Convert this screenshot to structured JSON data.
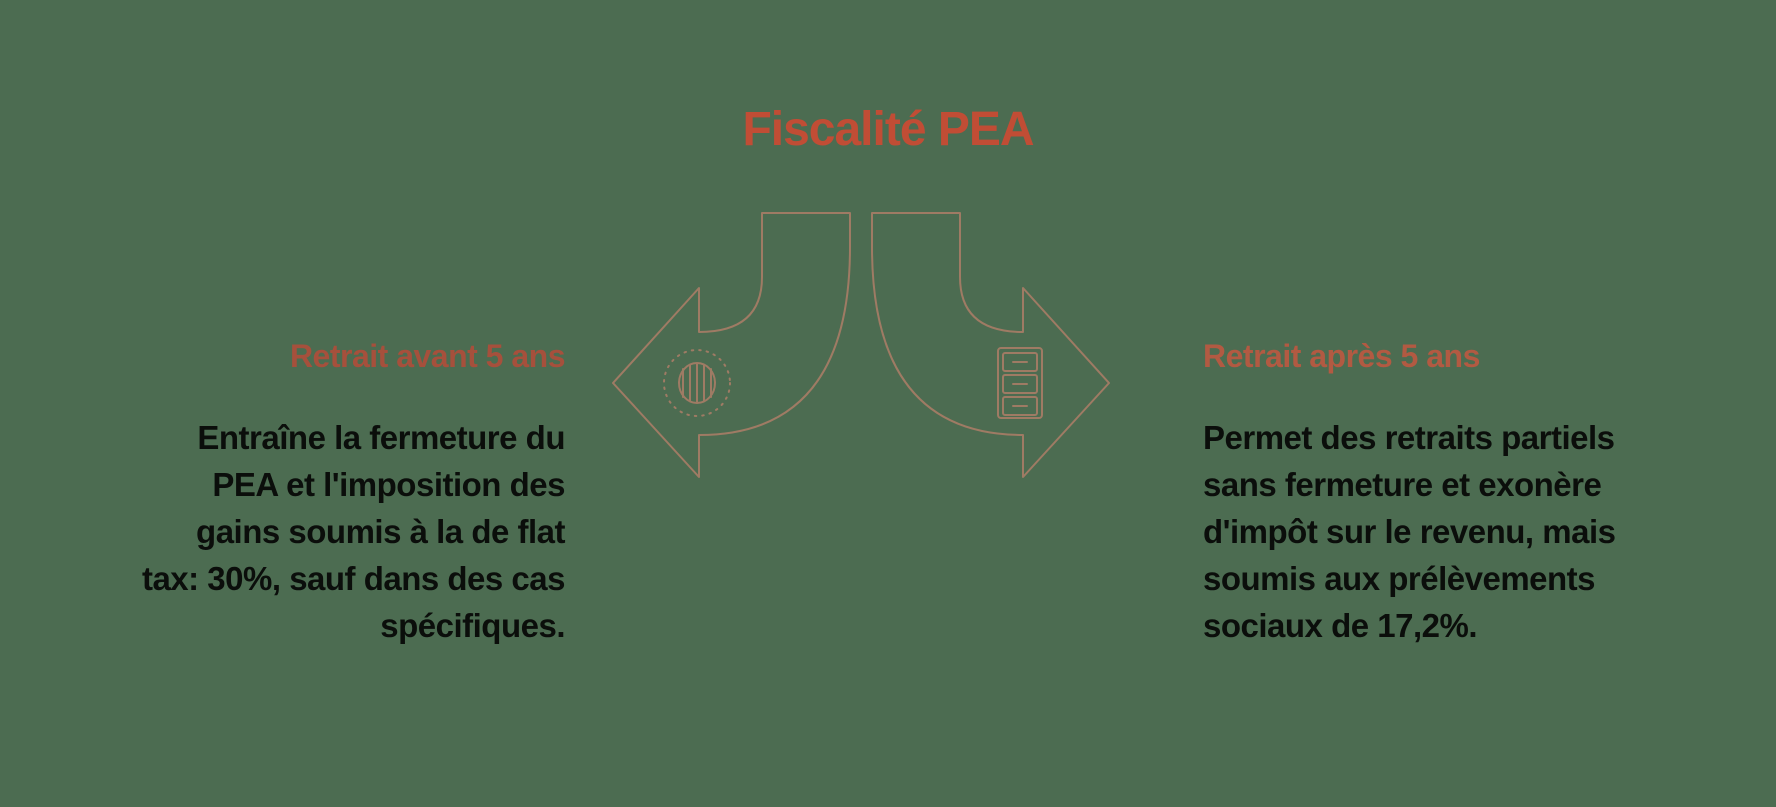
{
  "colors": {
    "background": "#4c6c51",
    "title": "#c14d35",
    "heading_left": "#a6503c",
    "heading_right": "#b25a42",
    "body": "#0b0e0b",
    "arrow": "#9f7b64"
  },
  "title": "Fiscalité PEA",
  "left": {
    "heading": "Retrait avant 5 ans",
    "body_lines": [
      "Entraîne la fermeture du",
      "PEA et l'imposition des",
      "gains soumis à la de flat",
      "tax: 30%, sauf dans des cas",
      "spécifiques."
    ],
    "icon": "coin-icon"
  },
  "right": {
    "heading": "Retrait après 5 ans",
    "body_lines": [
      "Permet des retraits partiels",
      "sans fermeture et exonère",
      "d'impôt sur le revenu, mais",
      "soumis aux prélèvements",
      "sociaux de 17,2%."
    ],
    "icon": "document-drawer-icon"
  }
}
